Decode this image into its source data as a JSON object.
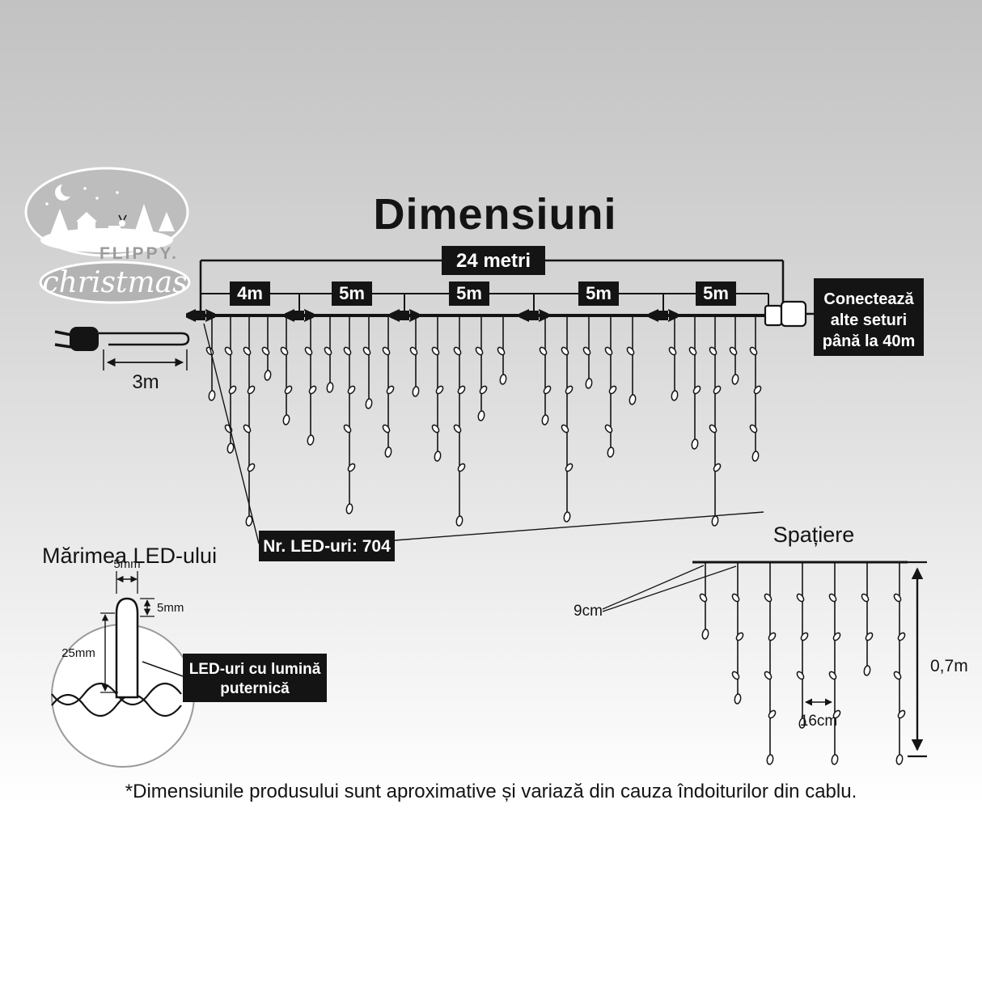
{
  "title": "Dimensiuni",
  "logo": {
    "brand_top": "FLIPPY.",
    "brand_script": "christmas"
  },
  "main": {
    "total_label": "24 metri",
    "segments": [
      "4m",
      "5m",
      "5m",
      "5m",
      "5m"
    ],
    "lead_label": "3m",
    "connect_lines": [
      "Conectează",
      "alte seturi",
      "până la 40m"
    ],
    "led_count_label": "Nr. LED-uri: 704"
  },
  "led": {
    "heading": "Mărimea LED-ului",
    "width_label": "5mm",
    "cap_label": "5mm",
    "height_label": "25mm",
    "callout": [
      "LED-uri cu lumină",
      "puternică"
    ]
  },
  "spacing": {
    "heading": "Spațiere",
    "top_gap_label": "9cm",
    "bottom_gap_label": "16cm",
    "height_label": "0,7m"
  },
  "footnote": "*Dimensiunile produsului sunt aproximative și variază din cauza îndoiturilor din cablu.",
  "colors": {
    "box_bg": "#141414",
    "box_text": "#ffffff",
    "line": "#141414"
  }
}
